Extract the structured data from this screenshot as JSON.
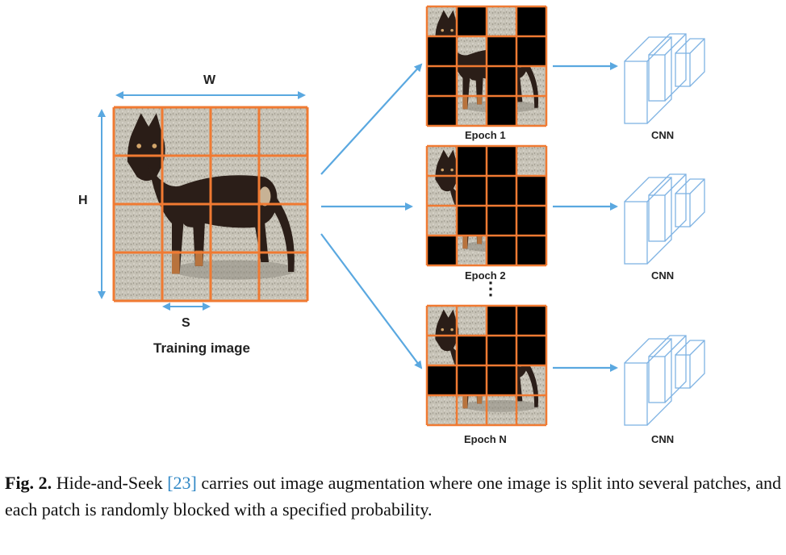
{
  "figure": {
    "labels": {
      "width": "W",
      "height": "H",
      "patch_size": "S",
      "training_image": "Training image"
    },
    "grid": {
      "rows": 4,
      "cols": 4
    },
    "epochs": [
      {
        "label": "Epoch 1",
        "hidden": [
          [
            0,
            1
          ],
          [
            0,
            3
          ],
          [
            1,
            0
          ],
          [
            1,
            2
          ],
          [
            1,
            3
          ],
          [
            2,
            0
          ],
          [
            2,
            2
          ],
          [
            3,
            0
          ],
          [
            3,
            2
          ]
        ]
      },
      {
        "label": "Epoch 2",
        "hidden": [
          [
            0,
            1
          ],
          [
            0,
            2
          ],
          [
            1,
            1
          ],
          [
            1,
            2
          ],
          [
            1,
            3
          ],
          [
            2,
            1
          ],
          [
            2,
            2
          ],
          [
            2,
            3
          ],
          [
            3,
            0
          ],
          [
            3,
            2
          ],
          [
            3,
            3
          ]
        ]
      },
      {
        "label": "Epoch N",
        "hidden": [
          [
            0,
            2
          ],
          [
            0,
            3
          ],
          [
            1,
            1
          ],
          [
            1,
            2
          ],
          [
            1,
            3
          ],
          [
            2,
            0
          ],
          [
            2,
            1
          ],
          [
            2,
            2
          ]
        ]
      }
    ],
    "ellipsis": "⋮",
    "model_label": "CNN",
    "colors": {
      "grid_lines": "#f07a32",
      "arrows": "#5aa8e0",
      "cnn_boxes": "#7fb3e3",
      "hidden_patch": "#000000"
    }
  },
  "caption": {
    "fig_label": "Fig. 2.",
    "text_before_ref": "Hide-and-Seek",
    "ref": "[23]",
    "text_after_ref": "carries out image augmentation where one image is split into several patches, and each patch is randomly blocked with a specified probability."
  }
}
